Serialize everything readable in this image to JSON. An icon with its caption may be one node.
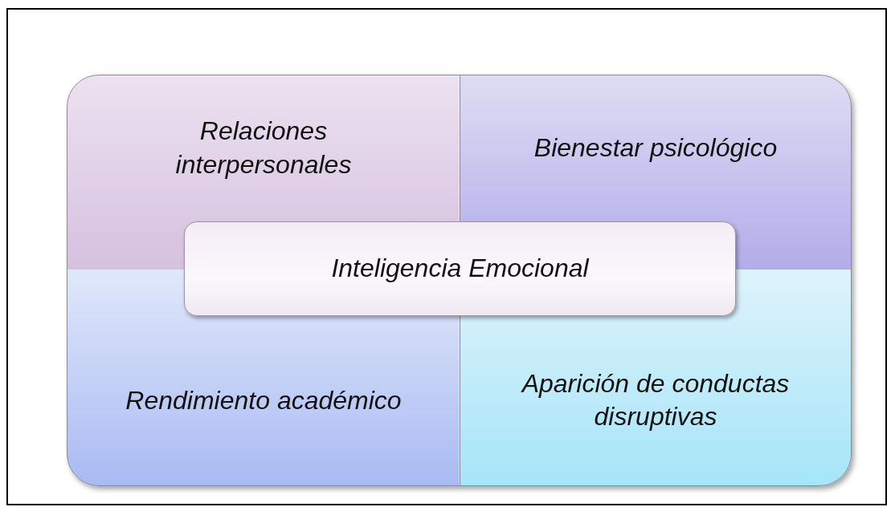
{
  "diagram": {
    "nodes": [
      {
        "text": [
          "Relaciones interpersonales"
        ]
      },
      {
        "text": [
          "Bienestar psicológico"
        ]
      },
      {
        "text": [
          "Inteligencia Emocional"
        ]
      },
      {
        "text": [
          "Rendimiento académico"
        ]
      },
      {
        "text": [
          "Aparición de conductas disruptivas"
        ]
      }
    ]
  }
}
